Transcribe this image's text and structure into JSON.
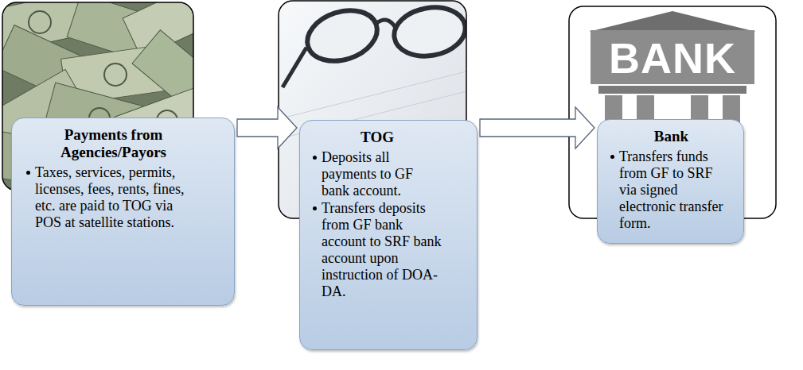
{
  "diagram": {
    "nodes": [
      {
        "text": [
          "Payments from Agencies/Payors",
          "Taxes, services, permits, licenses, fees, rents, fines, etc. are paid to TOG via POS at satellite stations."
        ]
      },
      {
        "text": [
          "TOG",
          "Deposits all payments to GF bank account.",
          "Transfers deposits from GF bank account to SRF bank account upon instruction of DOA-DA."
        ]
      },
      {
        "text": [
          "Bank",
          "Transfers funds from GF to SRF via signed electronic transfer form."
        ]
      }
    ],
    "edges": [
      {
        "from": 0,
        "to": 1,
        "arrow": "to"
      },
      {
        "from": 1,
        "to": 2,
        "arrow": "to"
      }
    ],
    "labels": [
      "BANK"
    ]
  }
}
